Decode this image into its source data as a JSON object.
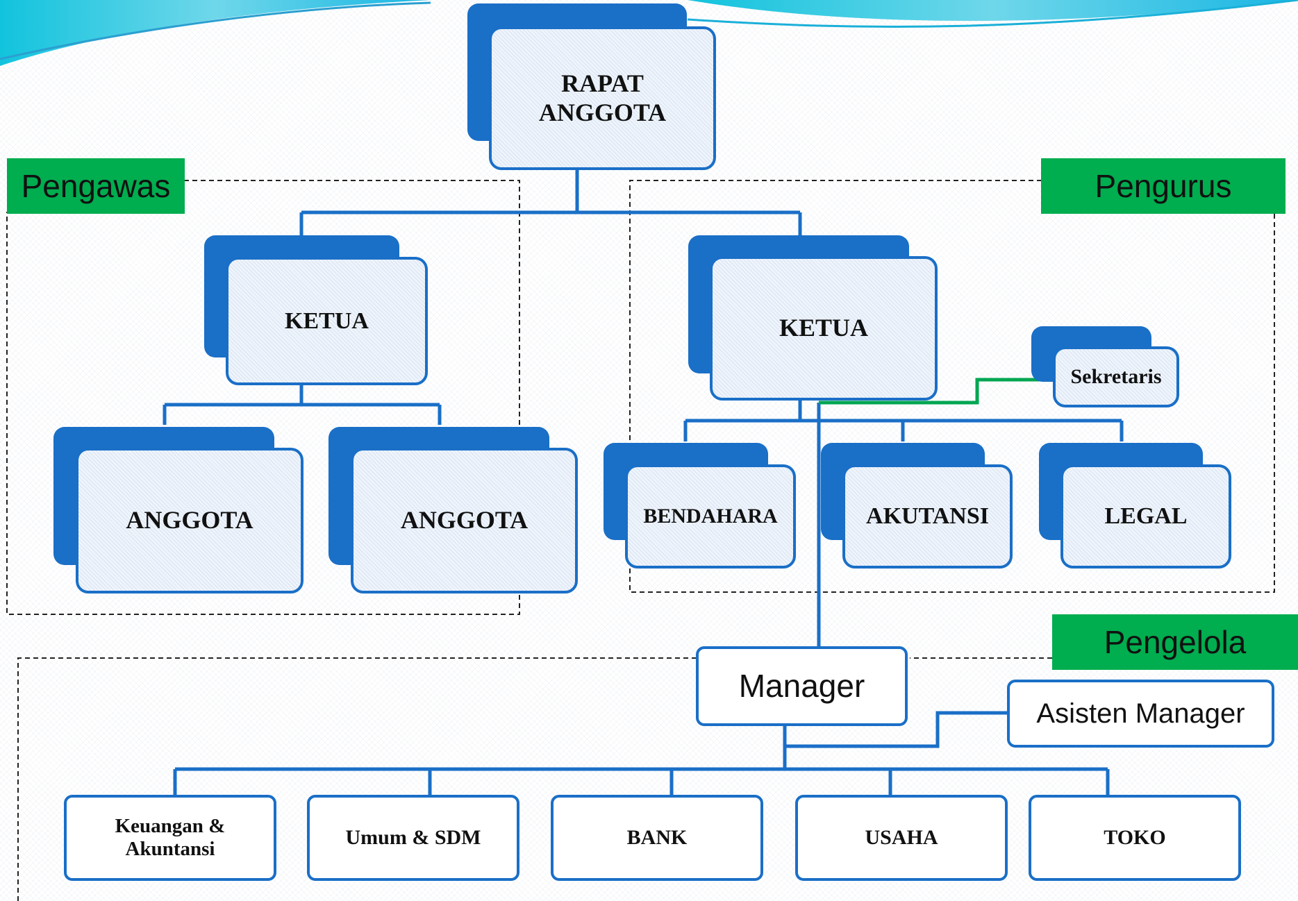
{
  "groups": {
    "pengawas": "Pengawas",
    "pengurus": "Pengurus",
    "pengelola": "Pengelola"
  },
  "nodes": {
    "rapat_anggota": "RAPAT\nANGGOTA",
    "ketua_pengawas": "KETUA",
    "anggota_1": "ANGGOTA",
    "anggota_2": "ANGGOTA",
    "ketua_pengurus": "KETUA",
    "sekretaris": "Sekretaris",
    "bendahara": "BENDAHARA",
    "akutansi": "AKUTANSI",
    "legal": "LEGAL",
    "manager": "Manager",
    "asisten_manager": "Asisten Manager",
    "keuangan_akuntansi": "Keuangan &\nAkuntansi",
    "umum_sdm": "Umum & SDM",
    "bank": "BANK",
    "usaha": "USAHA",
    "toko": "TOKO"
  },
  "colors": {
    "primary_blue": "#1a6fc7",
    "label_green": "#00ad4f",
    "connector_green": "#00a651",
    "wave_cyan": "#19c4e0"
  }
}
